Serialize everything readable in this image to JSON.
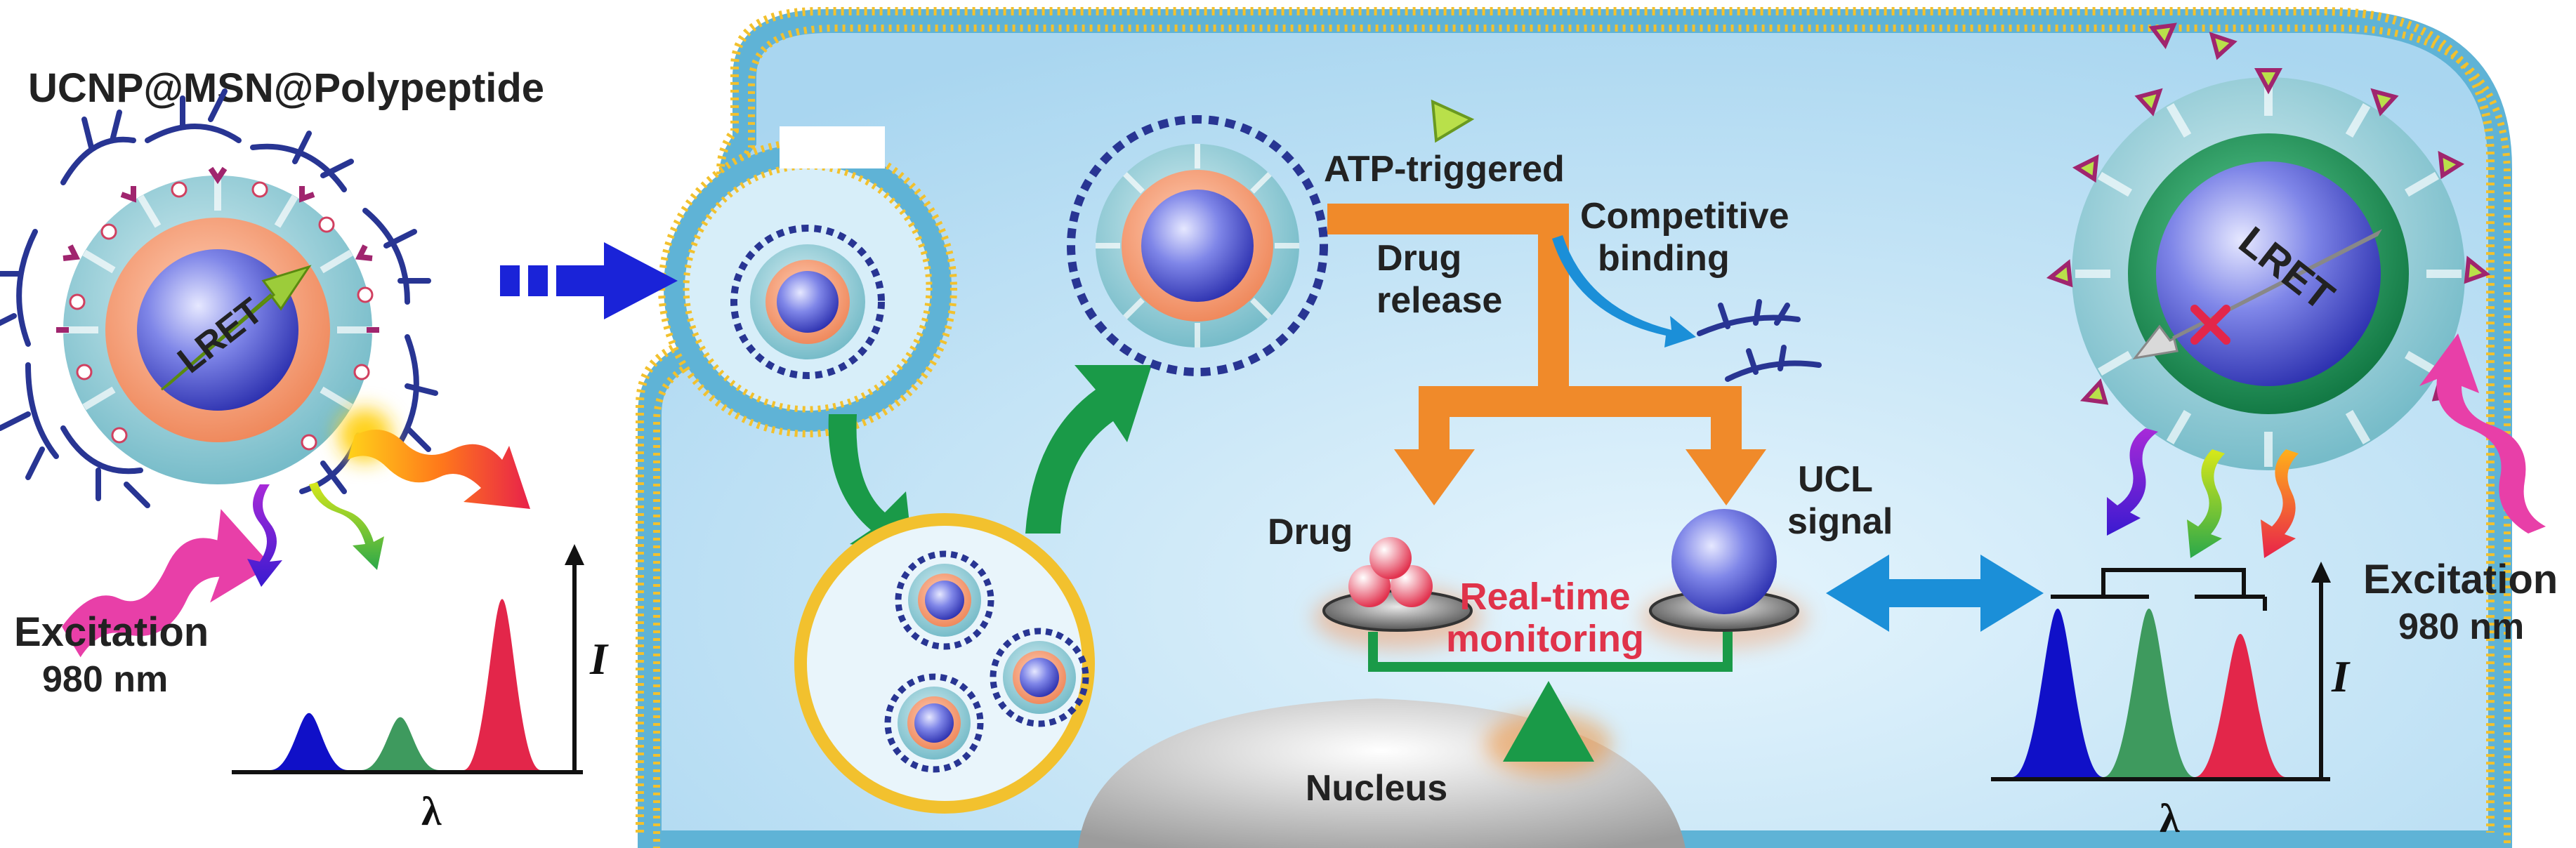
{
  "labels": {
    "title": "UCNP@MSN@Polypeptide",
    "lret_left": "LRET",
    "lret_right": "LRET",
    "excitation_left": "Excitation",
    "wavelength_left": "980 nm",
    "excitation_right": "Excitation",
    "wavelength_right": "980 nm",
    "atp": "ATP-triggered",
    "drug_release_1": "Drug",
    "drug_release_2": "release",
    "competitive_1": "Competitive",
    "competitive_2": "binding",
    "drug": "Drug",
    "ucl_1": "UCL",
    "ucl_2": "signal",
    "realtime_1": "Real-time",
    "realtime_2": "monitoring",
    "nucleus": "Nucleus",
    "intensity_left": "I",
    "lambda_left": "λ",
    "intensity_right": "I",
    "lambda_right": "λ"
  },
  "colors": {
    "membrane": "#f2c12e",
    "membrane_band": "#5fb3d6",
    "cytoplasm": "#bfe2f5",
    "core_blue": "#3d44c8",
    "orange_shell": "#f0956a",
    "msn_teal": "#88c8d2",
    "green_shell": "#1f9a5a",
    "polypeptide": "#283593",
    "release_arrow": "#f08a2a",
    "endocytosis_arrow": "#1a9a48",
    "flow_arrow": "#1a23d8",
    "exchange_arrow": "#1b8fd8",
    "realtime_text": "#e0334a",
    "peak_blue": "#1010c8",
    "peak_green": "#3e9a5e",
    "peak_red": "#e3264a"
  },
  "spectra": {
    "left": {
      "peaks": [
        {
          "name": "blue",
          "height": 0.28
        },
        {
          "name": "green",
          "height": 0.26
        },
        {
          "name": "red",
          "height": 0.84
        }
      ]
    },
    "right": {
      "peaks": [
        {
          "name": "blue",
          "height": 0.8
        },
        {
          "name": "green",
          "height": 0.8
        },
        {
          "name": "red",
          "height": 0.68
        }
      ]
    }
  }
}
